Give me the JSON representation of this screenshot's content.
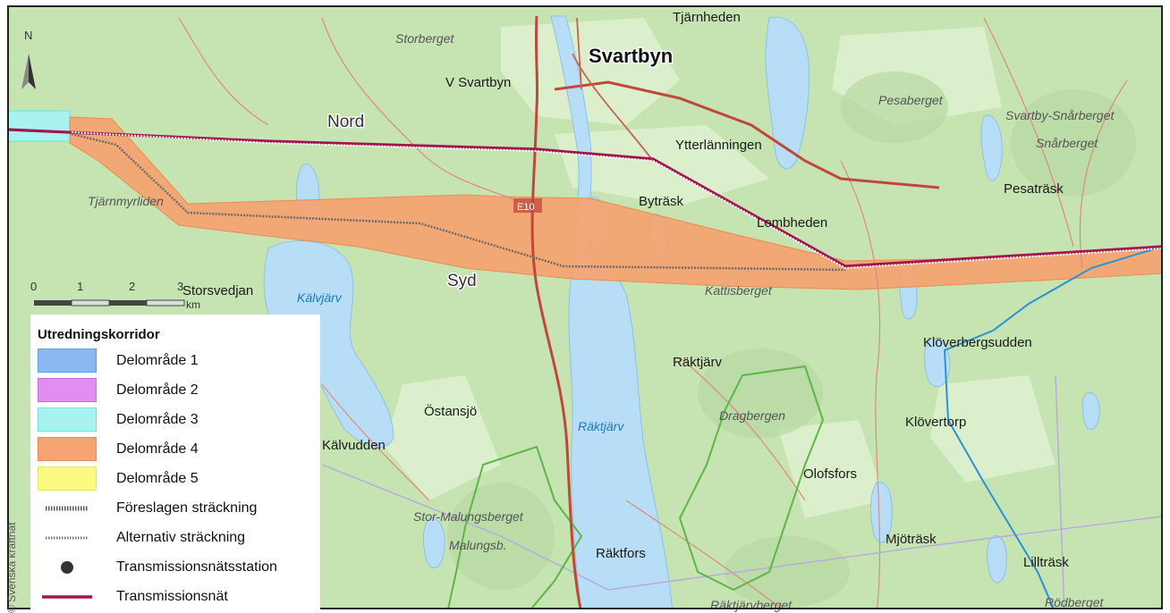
{
  "map": {
    "north_label": "N",
    "scale": {
      "ticks": [
        "0",
        "1",
        "2",
        "3"
      ],
      "unit": "km"
    },
    "places": [
      {
        "id": "tjarnheden",
        "text": "Tjärnheden",
        "style": "normal"
      },
      {
        "id": "svartbyn",
        "text": "Svartbyn",
        "style": "big"
      },
      {
        "id": "storberget",
        "text": "Storberget",
        "style": "italic"
      },
      {
        "id": "vsvartbyn",
        "text": "V Svartbyn",
        "style": "normal"
      },
      {
        "id": "nord",
        "text": "Nord",
        "style": "corridor"
      },
      {
        "id": "pesaberget",
        "text": "Pesaberget",
        "style": "italic"
      },
      {
        "id": "svartbysnar",
        "text": "Svartby-Snårberget",
        "style": "italic"
      },
      {
        "id": "snarberget",
        "text": "Snårberget",
        "style": "italic"
      },
      {
        "id": "ytterlanningen",
        "text": "Ytterlänningen",
        "style": "normal"
      },
      {
        "id": "pesatrask",
        "text": "Pesaträsk",
        "style": "normal"
      },
      {
        "id": "tjarnmyr",
        "text": "Tjärnmyrliden",
        "style": "italic"
      },
      {
        "id": "bytrask",
        "text": "Byträsk",
        "style": "normal"
      },
      {
        "id": "e10",
        "text": "E10",
        "style": "road"
      },
      {
        "id": "lombheden",
        "text": "Lombheden",
        "style": "normal"
      },
      {
        "id": "syd",
        "text": "Syd",
        "style": "corridor"
      },
      {
        "id": "storsvedjan",
        "text": "Storsvedjan",
        "style": "normal"
      },
      {
        "id": "kalvjarv",
        "text": "Kälvjärv",
        "style": "water"
      },
      {
        "id": "kattisberget",
        "text": "Kattisberget",
        "style": "italic"
      },
      {
        "id": "kloverbergsudden",
        "text": "Klöverbergsudden",
        "style": "normal"
      },
      {
        "id": "raktjarv1",
        "text": "Räktjärv",
        "style": "normal"
      },
      {
        "id": "ostansjo",
        "text": "Östansjö",
        "style": "normal"
      },
      {
        "id": "dragbergen",
        "text": "Dragbergen",
        "style": "italic"
      },
      {
        "id": "raktjarv2",
        "text": "Räktjärv",
        "style": "water"
      },
      {
        "id": "klovertorp",
        "text": "Klövertorp",
        "style": "normal"
      },
      {
        "id": "kalvudden",
        "text": "Kälvudden",
        "style": "normal"
      },
      {
        "id": "olofsfors",
        "text": "Olofsfors",
        "style": "normal"
      },
      {
        "id": "stormal",
        "text": "Stor-Malungsberget",
        "style": "italic"
      },
      {
        "id": "mjotrask",
        "text": "Mjöträsk",
        "style": "normal"
      },
      {
        "id": "malungsb",
        "text": "Malungsb.",
        "style": "italic"
      },
      {
        "id": "raktfors",
        "text": "Räktfors",
        "style": "normal"
      },
      {
        "id": "lilltrask",
        "text": "Lillträsk",
        "style": "normal"
      },
      {
        "id": "raktjarvberget",
        "text": "Räktjärvberget",
        "style": "italic"
      },
      {
        "id": "rodberget",
        "text": "Rödberget",
        "style": "italic"
      }
    ]
  },
  "legend": {
    "title": "Utredningskorridor",
    "items": [
      {
        "label": "Delområde 1",
        "kind": "fill",
        "fill": "#8ab8f0",
        "stroke": "#5f9be0"
      },
      {
        "label": "Delområde 2",
        "kind": "fill",
        "fill": "#e08ef0",
        "stroke": "#c86ee0"
      },
      {
        "label": "Delområde 3",
        "kind": "fill",
        "fill": "#a8f3f0",
        "stroke": "#6fe0dc"
      },
      {
        "label": "Delområde 4",
        "kind": "fill",
        "fill": "#f6a474",
        "stroke": "#eb8a52"
      },
      {
        "label": "Delområde 5",
        "kind": "fill",
        "fill": "#fafa82",
        "stroke": "#e8e85a"
      },
      {
        "label": "Föreslagen sträckning",
        "kind": "proposed"
      },
      {
        "label": "Alternativ sträckning",
        "kind": "alternative"
      },
      {
        "label": "Transmissionsnätsstation",
        "kind": "station"
      },
      {
        "label": "Transmissionsnät",
        "kind": "grid"
      }
    ]
  },
  "copyright": "© Svenska kraftnät",
  "colors": {
    "forest": "#c6e3b2",
    "forest_light": "#d9eec8",
    "water": "#b8ddf6",
    "corridor": "#f5a36f",
    "grid_line": "#a3144f",
    "road_red": "#c2473b",
    "road_thin": "#e0897a",
    "protected": "#5fb548",
    "blue_line": "#2a93d3"
  }
}
